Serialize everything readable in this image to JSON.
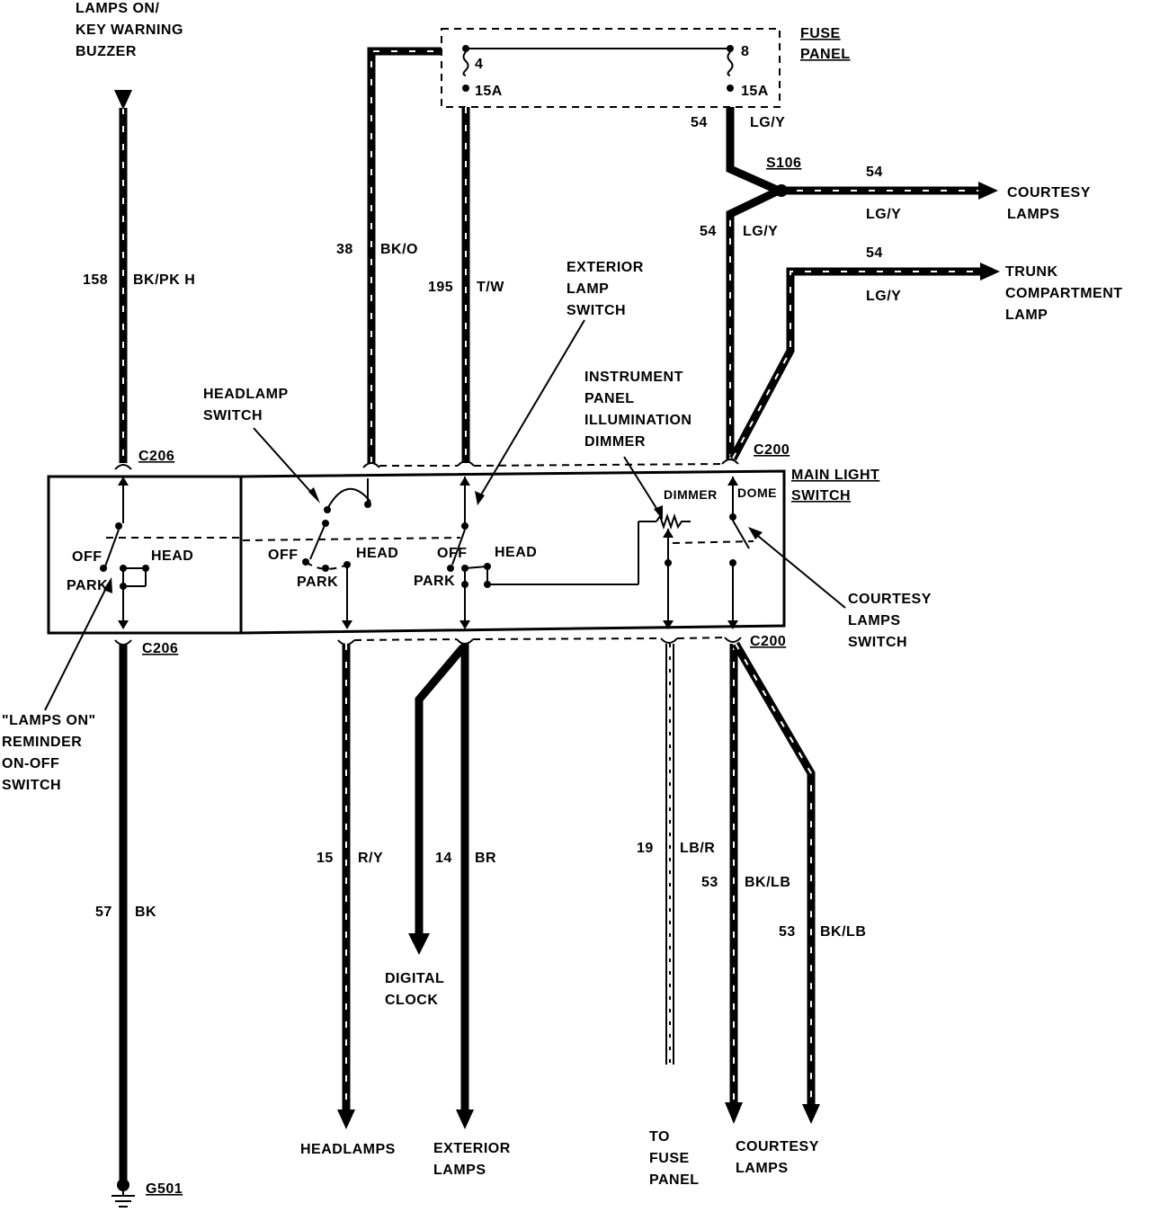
{
  "labels": {
    "lamps_on_buzzer": [
      "LAMPS ON/",
      "KEY WARNING",
      "BUZZER"
    ],
    "fuse_panel": [
      "FUSE",
      "PANEL"
    ],
    "main_light_switch": [
      "MAIN LIGHT",
      "SWITCH"
    ],
    "courtesy_lamps_top": [
      "COURTESY",
      "LAMPS"
    ],
    "trunk_lamp": [
      "TRUNK",
      "COMPARTMENT",
      "LAMP"
    ],
    "exterior_lamp_switch": [
      "EXTERIOR",
      "LAMP",
      "SWITCH"
    ],
    "headlamp_switch": [
      "HEADLAMP",
      "SWITCH"
    ],
    "ip_dimmer": [
      "INSTRUMENT",
      "PANEL",
      "ILLUMINATION",
      "DIMMER"
    ],
    "courtesy_lamps_switch": [
      "COURTESY",
      "LAMPS",
      "SWITCH"
    ],
    "reminder_switch": [
      "\"LAMPS ON\"",
      "REMINDER",
      "ON-OFF",
      "SWITCH"
    ],
    "digital_clock": [
      "DIGITAL",
      "CLOCK"
    ],
    "headlamps": "HEADLAMPS",
    "exterior_lamps": [
      "EXTERIOR",
      "LAMPS"
    ],
    "to_fuse_panel": [
      "TO",
      "FUSE",
      "PANEL"
    ],
    "courtesy_lamps_bottom": [
      "COURTESY",
      "LAMPS"
    ]
  },
  "connectors": {
    "c206_top": "C206",
    "c206_bottom": "C206",
    "c200_top": "C200",
    "c200_bottom": "C200",
    "s106": "S106",
    "g501": "G501"
  },
  "fuses": [
    {
      "number": "4",
      "rating": "15A"
    },
    {
      "number": "8",
      "rating": "15A"
    }
  ],
  "switch_positions": {
    "off": "OFF",
    "park": "PARK",
    "head": "HEAD",
    "dimmer": "DIMMER",
    "dome": "DOME"
  },
  "wires": {
    "w158": {
      "circuit": "158",
      "color": "BK/PK H"
    },
    "w38": {
      "circuit": "38",
      "color": "BK/O"
    },
    "w195": {
      "circuit": "195",
      "color": "T/W"
    },
    "w54_fuse": {
      "circuit": "54",
      "color": "LG/Y"
    },
    "w54_courtesy": {
      "circuit": "54",
      "color": "LG/Y"
    },
    "w54_switch": {
      "circuit": "54",
      "color": "LG/Y"
    },
    "w54_trunk": {
      "circuit": "54",
      "color": "LG/Y"
    },
    "w57": {
      "circuit": "57",
      "color": "BK"
    },
    "w15": {
      "circuit": "15",
      "color": "R/Y"
    },
    "w14": {
      "circuit": "14",
      "color": "BR"
    },
    "w19": {
      "circuit": "19",
      "color": "LB/R"
    },
    "w53a": {
      "circuit": "53",
      "color": "BK/LB"
    },
    "w53b": {
      "circuit": "53",
      "color": "BK/LB"
    }
  }
}
